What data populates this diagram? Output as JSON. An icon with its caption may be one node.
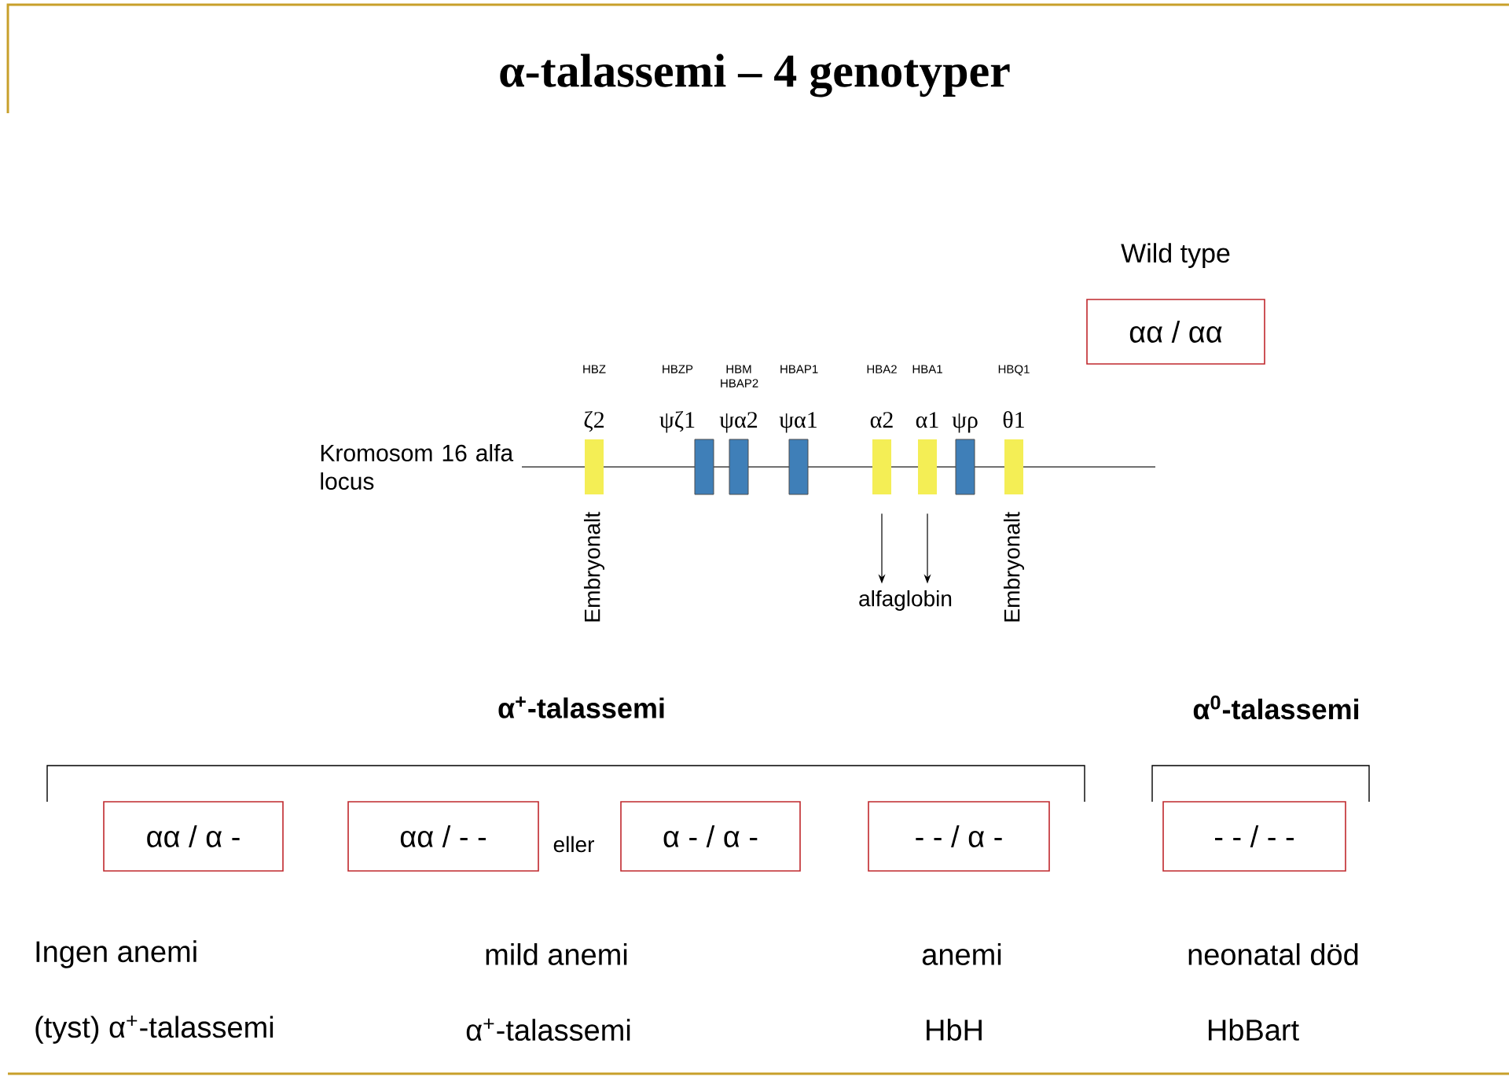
{
  "diagram": {
    "title": "α-talassemi – 4 genotyper",
    "nodes": [
      {
        "text": [
          "Wild type",
          "αα / αα"
        ]
      },
      {
        "text": [
          "HBZ",
          "ζ2"
        ],
        "beside": [
          "Embryonalt"
        ]
      },
      {
        "text": [
          "HBZP",
          "ψζ1"
        ]
      },
      {
        "text": [
          "HBM HBAP2",
          "ψα2"
        ]
      },
      {
        "text": [
          "HBAP1",
          "ψα1"
        ]
      },
      {
        "text": [
          "HBA2",
          "α2"
        ]
      },
      {
        "text": [
          "HBA1",
          "α1"
        ]
      },
      {
        "text": [
          "ψρ"
        ]
      },
      {
        "text": [
          "HBQ1",
          "θ1"
        ],
        "beside": [
          "Embryonalt"
        ]
      },
      {
        "text": [
          "alfaglobin"
        ]
      },
      {
        "text": [
          "αα / α -"
        ]
      },
      {
        "text": [
          "αα / - -"
        ]
      },
      {
        "text": [
          "α - / α -"
        ]
      },
      {
        "text": [
          "- - / α -"
        ]
      },
      {
        "text": [
          "- - / - -"
        ]
      }
    ],
    "edges": [
      {
        "from": 5,
        "to": 9,
        "arrow": "to"
      },
      {
        "from": 6,
        "to": 9,
        "arrow": "to"
      }
    ],
    "labels": [
      "Kromosom 16 alfa locus",
      "α$^{+}$-talassemi",
      "α$^{0}$-talassemi",
      "eller",
      "Ingen anemi",
      "mild anemi",
      "anemi",
      "neonatal död",
      "(tyst) α$^{+}$-talassemi",
      "α$^{+}$-talassemi",
      "HbH",
      "HbBart"
    ]
  }
}
